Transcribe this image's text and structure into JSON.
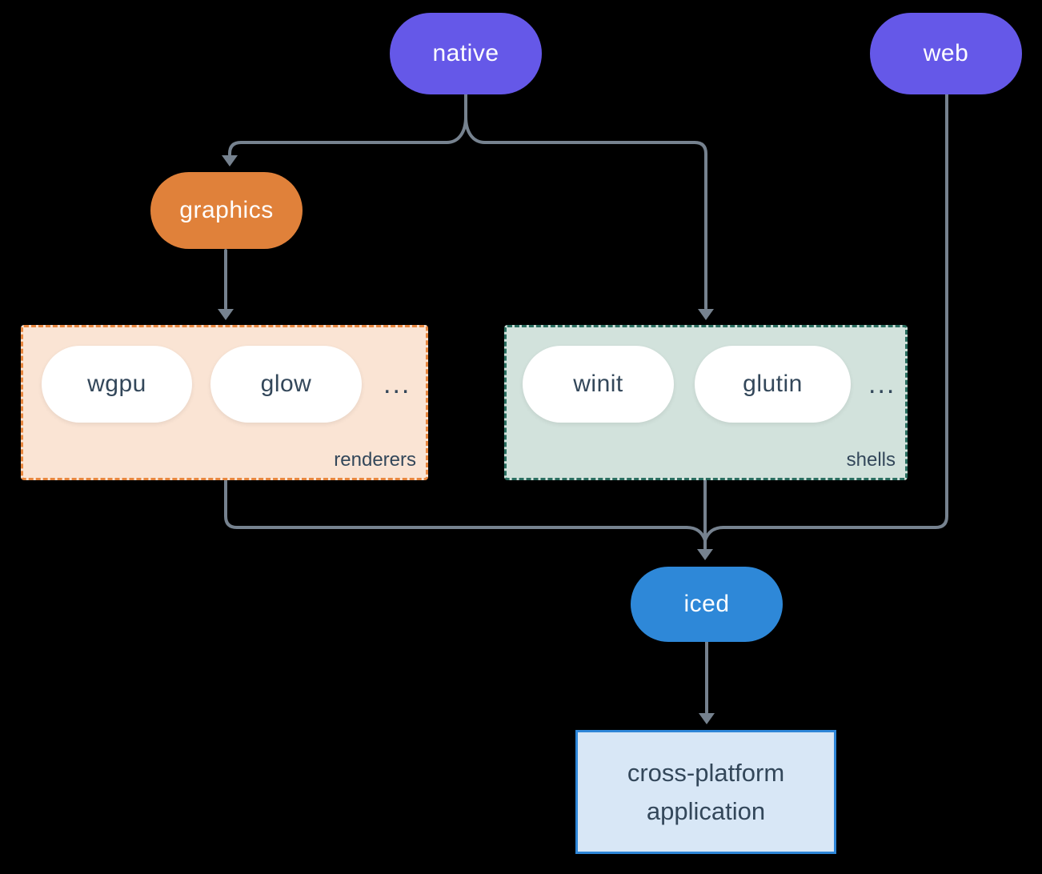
{
  "diagram": {
    "title_implicit": "iced ecosystem diagram",
    "background_color": "#000000",
    "connector_color": "#76828f",
    "text_dark_color": "#33475a",
    "nodes": {
      "native": {
        "label": "native",
        "color": "#6558e8"
      },
      "web": {
        "label": "web",
        "color": "#6558e8"
      },
      "graphics": {
        "label": "graphics",
        "color": "#e0813a"
      },
      "iced": {
        "label": "iced",
        "color": "#2e88d8"
      },
      "application": {
        "line1": "cross-platform",
        "line2": "application",
        "background": "#d8e7f6",
        "border_color": "#2e86d8"
      }
    },
    "groups": {
      "renderers": {
        "label": "renderers",
        "items": [
          "wgpu",
          "glow"
        ],
        "ellipsis": "...",
        "background": "#fae4d4",
        "border_color": "#e8873f"
      },
      "shells": {
        "label": "shells",
        "items": [
          "winit",
          "glutin"
        ],
        "ellipsis": "...",
        "background": "#d2e2dc",
        "border_color": "#2a6e60"
      }
    }
  }
}
